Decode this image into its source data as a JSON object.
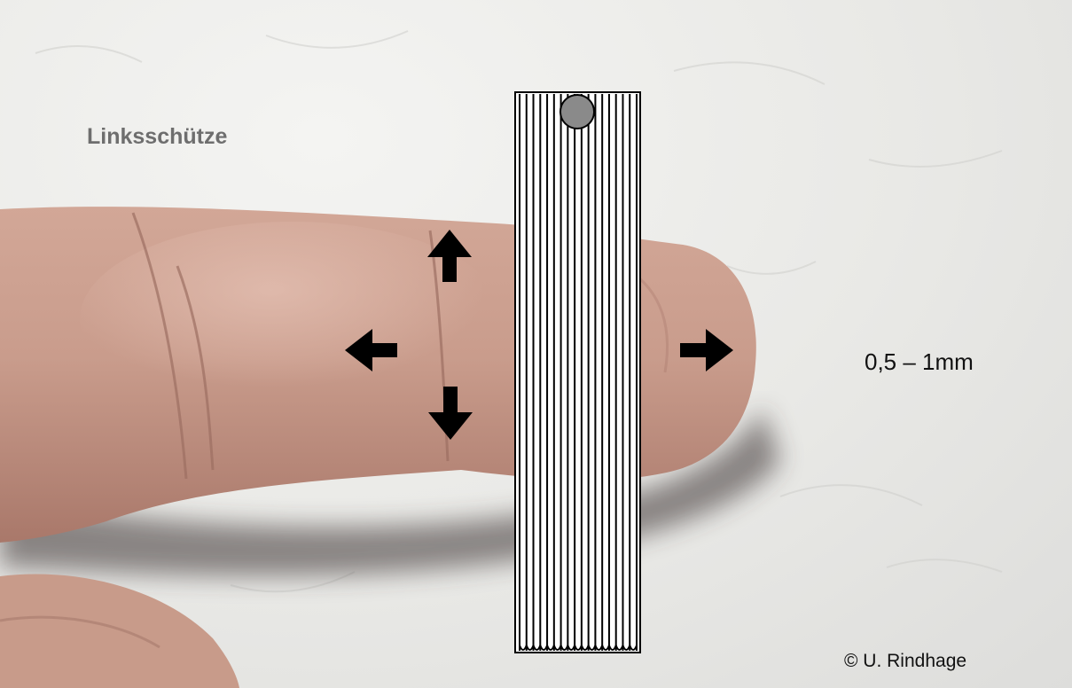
{
  "image": {
    "title_text": "Linksschütze",
    "measurement_text": "0,5 – 1mm",
    "copyright_text": "© U. Rindhage",
    "title_color": "#6e6e6e",
    "text_color": "#111111",
    "arrow_color": "#000000",
    "knob_color": "#8a8a8a",
    "skin_color": "#c49a8a",
    "background_color": "#e9e9e6",
    "arrows": [
      "arrow-up-icon",
      "arrow-left-icon",
      "arrow-down-icon",
      "arrow-right-icon"
    ]
  }
}
